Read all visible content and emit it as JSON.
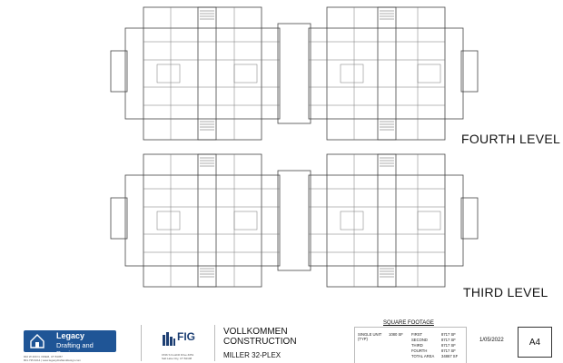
{
  "levels": {
    "fourth": "FOURTH LEVEL",
    "third": "THIRD LEVEL"
  },
  "title_block": {
    "legacy": {
      "name": "Legacy",
      "sub": "Drafting and Design",
      "address": "902 W 400 N, OREM, UT 84057",
      "contact": "801.735.6214 | www.legacydraftanddesign.com"
    },
    "fig": {
      "name": "FIG",
      "address_line1": "1536 S Foothill Drive #251",
      "address_line2": "Salt Lake City, UT 84108"
    },
    "company_line1": "VOLLKOMMEN",
    "company_line2": "CONSTRUCTION",
    "project": "MILLER 32-PLEX",
    "square_footage": {
      "title": "SQUARE FOOTAGE",
      "unit_label": "SINGLE UNIT",
      "unit_sub": "(TYP)",
      "unit_value": "1080 SF",
      "rows": [
        {
          "label": "FIRST",
          "value": "8717 SF"
        },
        {
          "label": "SECOND",
          "value": "8717 SF"
        },
        {
          "label": "THIRD",
          "value": "8717 SF"
        },
        {
          "label": "FOURTH",
          "value": "8717 SF"
        },
        {
          "label": "TOTAL AREA",
          "value": "34867 SF"
        }
      ]
    },
    "date": "1/05/2022",
    "sheet": "A4"
  }
}
